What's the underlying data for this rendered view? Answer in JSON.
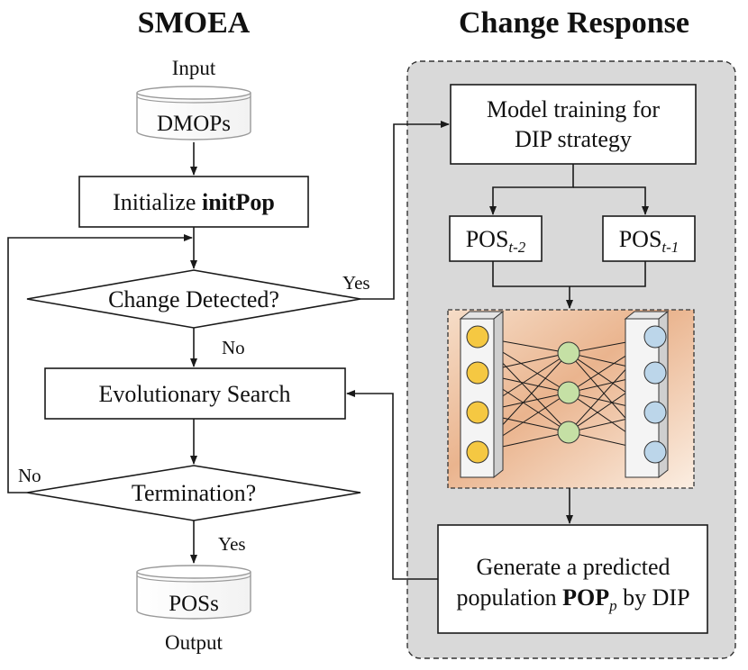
{
  "titles": {
    "left": "SMOEA",
    "right": "Change Response"
  },
  "flow": {
    "input_label": "Input",
    "input_db": "DMOPs",
    "init_prefix": "Initialize ",
    "init_bold": "initPop",
    "change_detected": "Change Detected?",
    "yes_label": "Yes",
    "no_label": "No",
    "evolutionary_search": "Evolutionary Search",
    "termination": "Termination?",
    "no_label_2": "No",
    "yes_label_2": "Yes",
    "output_db": "POSs",
    "output_label": "Output"
  },
  "response": {
    "model_line1": "Model training for",
    "model_line2": "DIP strategy",
    "pos_base": "POS",
    "pos_left_sub": "t-2",
    "pos_right_sub": "t-1",
    "generate_line1": "Generate a predicted",
    "generate_line2_prefix": "population ",
    "generate_pop": "POP",
    "generate_pop_sub": "p",
    "generate_line2_suffix": " by DIP"
  },
  "colors": {
    "panel_fill": "#d9d9d9",
    "input_node": "#f5c842",
    "hidden_node": "#c5e0a5",
    "output_node": "#bcd6ea"
  }
}
